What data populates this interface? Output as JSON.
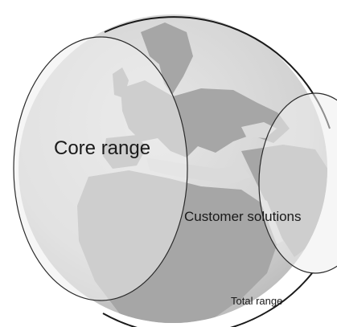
{
  "labels": {
    "core_range": "Core range",
    "customer_solutions": "Customer solutions",
    "total_range": "Total range"
  },
  "colors": {
    "globe_ocean": "#dcdcdc",
    "land": "#a9a9a9",
    "outline": "#1a1a1a",
    "circle_fill": "#ececec"
  }
}
